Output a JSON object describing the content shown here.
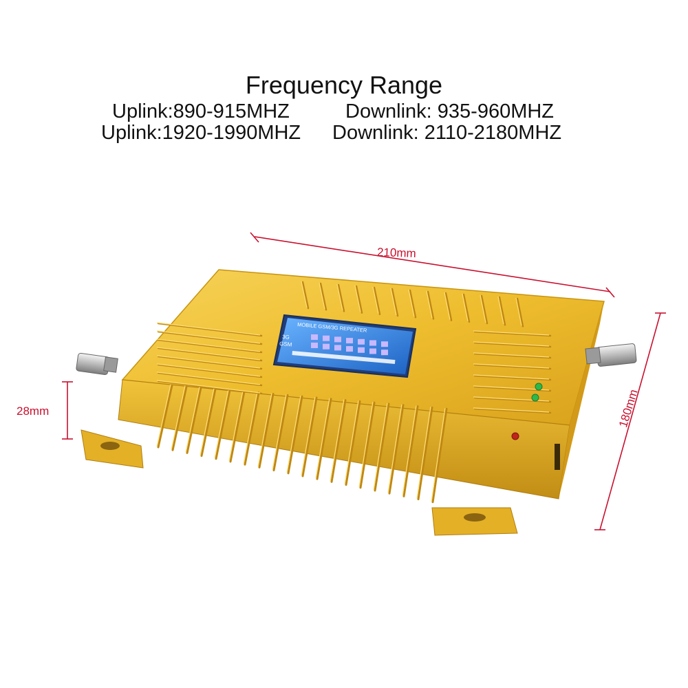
{
  "heading": {
    "title": "Frequency Range",
    "band1": {
      "uplink": "Uplink:890-915MHZ",
      "downlink": "Downlink: 935-960MHZ"
    },
    "band2": {
      "uplink": "Uplink:1920-1990MHZ",
      "downlink": "Downlink: 2110-2180MHZ"
    }
  },
  "dimensions": {
    "width": "210mm",
    "height": "28mm",
    "depth": "180mm"
  },
  "display": {
    "title": "MOBILE GSM/3G REPEATER",
    "band_a": "3G",
    "band_b": "GSM"
  },
  "colors": {
    "gold": "#e8b92a",
    "gold_dark": "#b8860b",
    "dimension": "#c8102e",
    "lcd": "#2f7fd8"
  }
}
